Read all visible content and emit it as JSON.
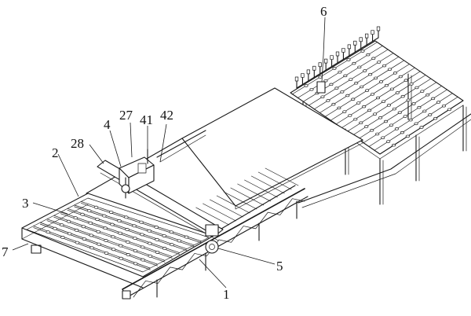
{
  "labels": [
    {
      "id": "n6",
      "text": "6"
    },
    {
      "id": "n27",
      "text": "27"
    },
    {
      "id": "n41",
      "text": "41"
    },
    {
      "id": "n42",
      "text": "42"
    },
    {
      "id": "n4",
      "text": "4"
    },
    {
      "id": "n28",
      "text": "28"
    },
    {
      "id": "n2",
      "text": "2"
    },
    {
      "id": "n3",
      "text": "3"
    },
    {
      "id": "n7",
      "text": "7"
    },
    {
      "id": "n5",
      "text": "5"
    },
    {
      "id": "n1",
      "text": "1"
    }
  ]
}
